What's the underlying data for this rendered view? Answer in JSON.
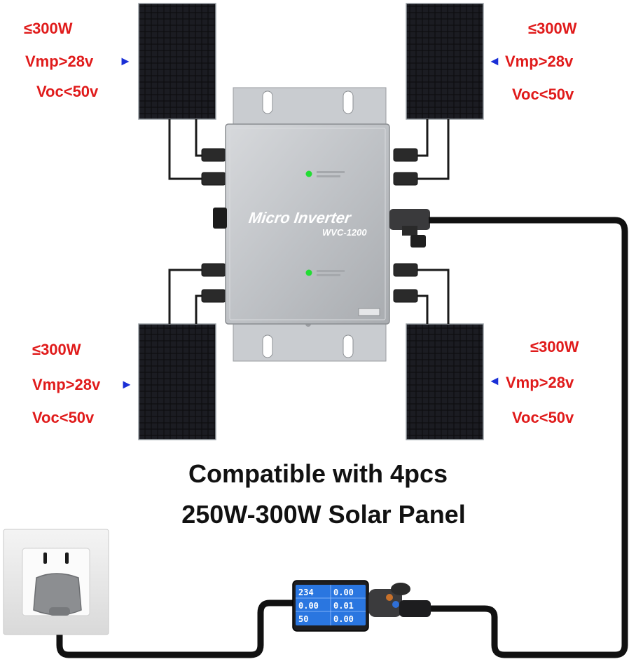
{
  "panels": [
    {
      "power": "≤300W",
      "vmp": "Vmp>28v",
      "voc": "Voc<50v"
    },
    {
      "power": "≤300W",
      "vmp": "Vmp>28v",
      "voc": "Voc<50v"
    },
    {
      "power": "≤300W",
      "vmp": "Vmp>28v",
      "voc": "Voc<50v"
    },
    {
      "power": "≤300W",
      "vmp": "Vmp>28v",
      "voc": "Voc<50v"
    }
  ],
  "inverter": {
    "title": "Micro Inverter",
    "model": "WVC-1200"
  },
  "caption": {
    "line1": "Compatible with 4pcs",
    "line2": "250W-300W Solar Panel"
  },
  "meter": {
    "voltage": "234",
    "current": "0.00",
    "power": "0.00",
    "energy": "0.01",
    "frequency": "50",
    "power_factor": "0.00"
  },
  "colors": {
    "spec_text": "#e01b1b",
    "arrow": "#1a2fd6",
    "led": "#22dd33",
    "lcd": "#2a76e0"
  }
}
